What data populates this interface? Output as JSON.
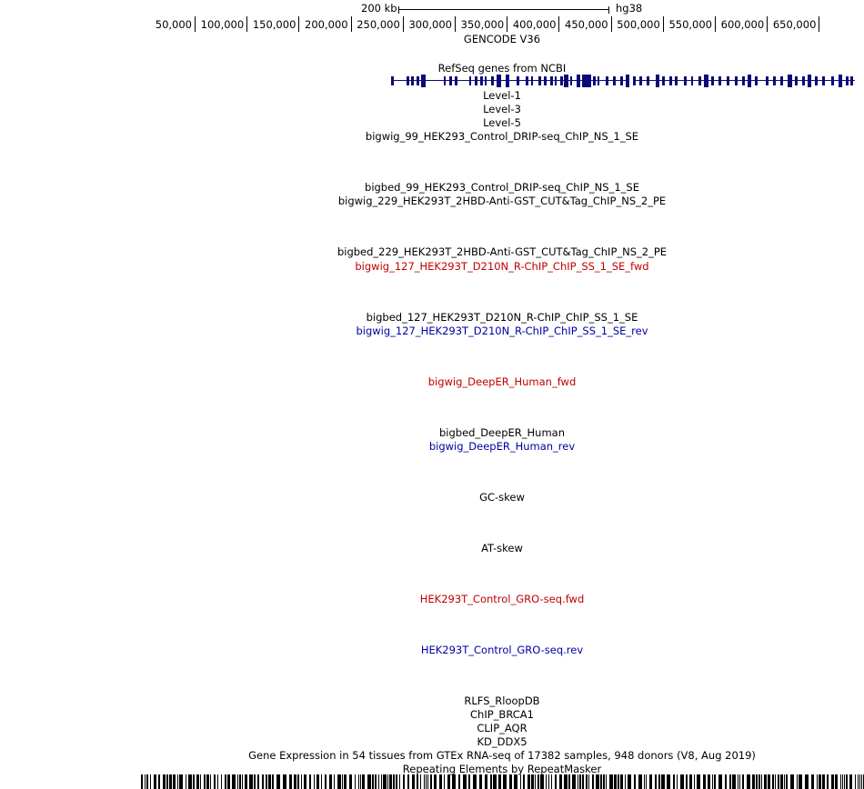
{
  "scale": {
    "span_label": "200 kb",
    "assembly": "hg38"
  },
  "ruler": {
    "ticks": [
      "50,000",
      "100,000",
      "150,000",
      "200,000",
      "250,000",
      "300,000",
      "350,000",
      "400,000",
      "450,000",
      "500,000",
      "550,000",
      "600,000",
      "650,000"
    ]
  },
  "tracks": {
    "gencode": "GENCODE V36",
    "refseq": "RefSeq genes from NCBI",
    "level1": "Level-1",
    "level3": "Level-3",
    "level5": "Level-5",
    "bigwig_99": "bigwig_99_HEK293_Control_DRIP-seq_ChIP_NS_1_SE",
    "bigbed_99": "bigbed_99_HEK293_Control_DRIP-seq_ChIP_NS_1_SE",
    "bigwig_229": "bigwig_229_HEK293T_2HBD-Anti-GST_CUT&Tag_ChIP_NS_2_PE",
    "bigbed_229": "bigbed_229_HEK293T_2HBD-Anti-GST_CUT&Tag_ChIP_NS_2_PE",
    "bigwig_127_fwd": "bigwig_127_HEK293T_D210N_R-ChIP_ChIP_SS_1_SE_fwd",
    "bigbed_127": "bigbed_127_HEK293T_D210N_R-ChIP_ChIP_SS_1_SE",
    "bigwig_127_rev": "bigwig_127_HEK293T_D210N_R-ChIP_ChIP_SS_1_SE_rev",
    "deeper_fwd": "bigwig_DeepER_Human_fwd",
    "deeper_bed": "bigbed_DeepER_Human",
    "deeper_rev": "bigwig_DeepER_Human_rev",
    "gc_skew": "GC-skew",
    "at_skew": "AT-skew",
    "gro_fwd": "HEK293T_Control_GRO-seq.fwd",
    "gro_rev": "HEK293T_Control_GRO-seq.rev",
    "rlfs": "RLFS_RloopDB",
    "chip_brca1": "ChIP_BRCA1",
    "clip_aqr": "CLIP_AQR",
    "kd_ddx5": "KD_DDX5",
    "gtex": "Gene Expression in 54 tissues from GTEx RNA-seq of 17382 samples, 948 donors (V8, Aug 2019)",
    "repeatmasker": "Repeating Elements by RepeatMasker"
  },
  "colors": {
    "default": "#000000",
    "forward_strand": "#c00000",
    "reverse_strand": "#0000a0",
    "gene_feature": "#0a0a78"
  }
}
